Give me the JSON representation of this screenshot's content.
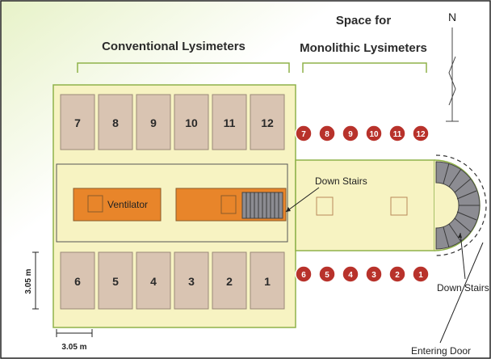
{
  "labels": {
    "conventional": "Conventional Lysimeters",
    "space_for_1": "Space for",
    "space_for_2": "Monolithic Lysimeters",
    "ventilator": "Ventilator",
    "down_stairs_1": "Down Stairs",
    "down_stairs_2": "Down Stairs",
    "entering_door": "Entering Door",
    "north": "N",
    "dim_vertical": "3.05 m",
    "dim_horizontal": "3.05 m"
  },
  "conventional_top": [
    "7",
    "8",
    "9",
    "10",
    "11",
    "12"
  ],
  "conventional_bottom": [
    "6",
    "5",
    "4",
    "3",
    "2",
    "1"
  ],
  "monolithic_top": [
    "7",
    "8",
    "9",
    "10",
    "11",
    "12"
  ],
  "monolithic_bottom": [
    "6",
    "5",
    "4",
    "3",
    "2",
    "1"
  ],
  "colors": {
    "background_gradient": "#eef6d8",
    "building": "#f7f3c2",
    "building_border": "#8fb24a",
    "cell": "#d9c4b2",
    "cell_border": "#9a8878",
    "orange": "#e8852a",
    "circle": "#b8322b",
    "bracket": "#8fb24a",
    "stairs": "#8c8c92"
  }
}
